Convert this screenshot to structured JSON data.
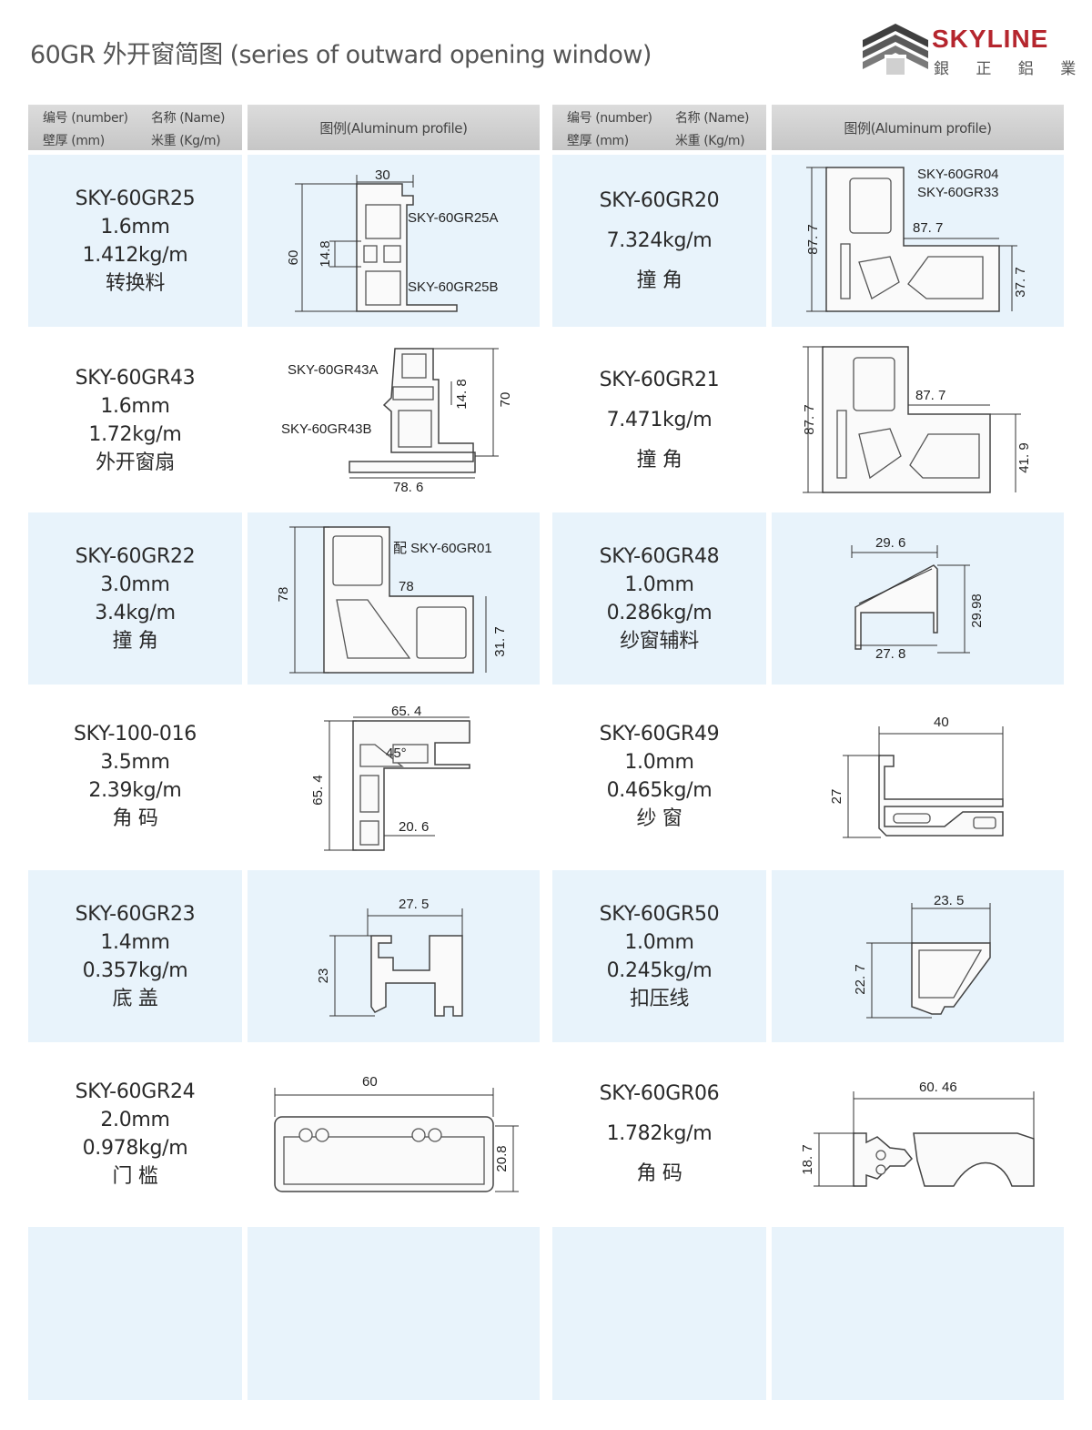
{
  "page_title": "60GR 外开窗简图 (series of outward opening window)",
  "logo": {
    "brand": "SKYLINE",
    "subtitle": "銀 正 鋁 業"
  },
  "table_header": {
    "number": "编号 (number)",
    "name": "名称 (Name)",
    "thickness": "壁厚 (mm)",
    "weight": "米重 (Kg/m)",
    "figure": "图例(Aluminum profile)"
  },
  "profiles": [
    {
      "code": "SKY-60GR25",
      "thickness": "1.6mm",
      "weight": "1.412kg/m",
      "name": "转换料",
      "labels": {
        "width": "30",
        "height": "60",
        "gap": "14.8",
        "part_a": "SKY-60GR25A",
        "part_b": "SKY-60GR25B"
      }
    },
    {
      "code": "SKY-60GR20",
      "weight": "7.324kg/m",
      "name": "撞 角",
      "labels": {
        "part_a": "SKY-60GR04",
        "part_b": "SKY-60GR33",
        "leg": "87. 7",
        "height": "87. 7",
        "end": "37. 7"
      }
    },
    {
      "code": "SKY-60GR43",
      "thickness": "1.6mm",
      "weight": "1.72kg/m",
      "name": "外开窗扇",
      "labels": {
        "part_a": "SKY-60GR43A",
        "part_b": "SKY-60GR43B",
        "gap": "14. 8",
        "height": "70",
        "width": "78. 6"
      }
    },
    {
      "code": "SKY-60GR21",
      "weight": "7.471kg/m",
      "name": "撞 角",
      "labels": {
        "leg": "87. 7",
        "height": "87. 7",
        "end": "41. 9"
      }
    },
    {
      "code": "SKY-60GR22",
      "thickness": "3.0mm",
      "weight": "3.4kg/m",
      "name": "撞 角",
      "labels": {
        "match": "配 SKY-60GR01",
        "height": "78",
        "leg": "78",
        "end": "31. 7"
      }
    },
    {
      "code": "SKY-60GR48",
      "thickness": "1.0mm",
      "weight": "0.286kg/m",
      "name": "纱窗辅料",
      "labels": {
        "top": "29. 6",
        "height": "29.98",
        "bottom": "27. 8"
      }
    },
    {
      "code": "SKY-100-016",
      "thickness": "3.5mm",
      "weight": "2.39kg/m",
      "name": "角 码",
      "labels": {
        "top": "65. 4",
        "angle": "45°",
        "height": "65. 4",
        "inner": "20. 6"
      }
    },
    {
      "code": "SKY-60GR49",
      "thickness": "1.0mm",
      "weight": "0.465kg/m",
      "name": "纱 窗",
      "labels": {
        "width": "40",
        "height": "27"
      }
    },
    {
      "code": "SKY-60GR23",
      "thickness": "1.4mm",
      "weight": "0.357kg/m",
      "name": "底 盖",
      "labels": {
        "width": "27. 5",
        "height": "23"
      }
    },
    {
      "code": "SKY-60GR50",
      "thickness": "1.0mm",
      "weight": "0.245kg/m",
      "name": "扣压线",
      "labels": {
        "width": "23. 5",
        "height": "22. 7"
      }
    },
    {
      "code": "SKY-60GR24",
      "thickness": "2.0mm",
      "weight": "0.978kg/m",
      "name": "门 槛",
      "labels": {
        "width": "60",
        "height": "20.8"
      }
    },
    {
      "code": "SKY-60GR06",
      "weight": "1.782kg/m",
      "name": "角 码",
      "labels": {
        "width": "60. 46",
        "height": "18. 7"
      }
    }
  ],
  "colors": {
    "row_shade": "#e8f3fb",
    "header_gray": "#d2d2d2",
    "brand_red": "#b5262e"
  }
}
